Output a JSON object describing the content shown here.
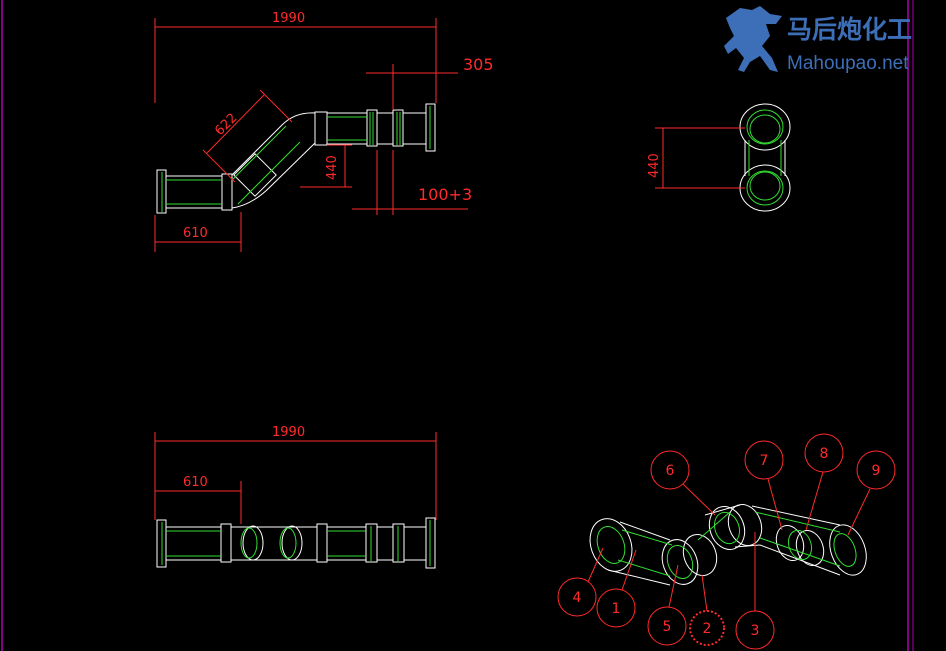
{
  "watermark": {
    "brand_cn": "马后炮化工",
    "brand_en": "Mahoupao.net"
  },
  "colors": {
    "background": "#000000",
    "dimension": "#ff2a2a",
    "outline": "#ffffff",
    "centerline": "#33dd33",
    "frame": "#b000b0"
  },
  "front_view": {
    "overall_length": "1990",
    "flange_length": "305",
    "diagonal_length": "622",
    "offset": "440",
    "gap": "100+3",
    "left_straight": "610"
  },
  "side_view": {
    "offset": "440"
  },
  "top_view": {
    "overall_length": "1990",
    "left_straight": "610"
  },
  "balloons": [
    "1",
    "2",
    "3",
    "4",
    "5",
    "6",
    "7",
    "8",
    "9"
  ]
}
